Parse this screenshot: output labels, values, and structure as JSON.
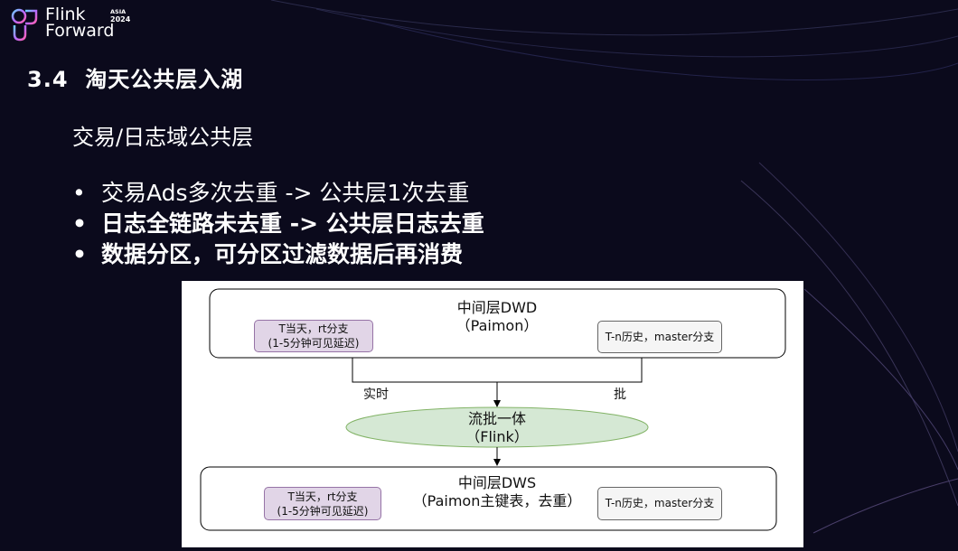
{
  "logo": {
    "line1": "Flink",
    "line2": "Forward",
    "asia": "ASIA",
    "year": "2024"
  },
  "title": "3.4  淘天公共层入湖",
  "subtitle": "交易/日志域公共层",
  "bullets": [
    {
      "text": "交易Ads多次去重 -> 公共层1次去重",
      "bold": false
    },
    {
      "text": "日志全链路未去重 -> 公共层日志去重",
      "bold": true
    },
    {
      "text": "数据分区，可分区过滤数据后再消费",
      "bold": true
    }
  ],
  "bullet_symbol": "•",
  "diagram": {
    "dwd": {
      "line1": "中间层DWD",
      "line2": "（Paimon）",
      "left_tag": [
        "T当天，rt分支",
        "(1-5分钟可见延迟)"
      ],
      "right_tag": "T-n历史，master分支"
    },
    "edge_left": "实时",
    "edge_right": "批",
    "flink": {
      "line1": "流批一体",
      "line2": "（Flink）"
    },
    "dws": {
      "line1": "中间层DWS",
      "line2": "（Paimon主键表，去重）",
      "left_tag": [
        "T当天，rt分支",
        "(1-5分钟可见延迟)"
      ],
      "right_tag": "T-n历史，master分支"
    },
    "colors": {
      "flink_fill": "#d5e8d4",
      "flink_stroke": "#82b366",
      "purple_fill": "#e1d5e7",
      "purple_stroke": "#9673a6",
      "gray_fill": "#f5f5f5"
    }
  }
}
